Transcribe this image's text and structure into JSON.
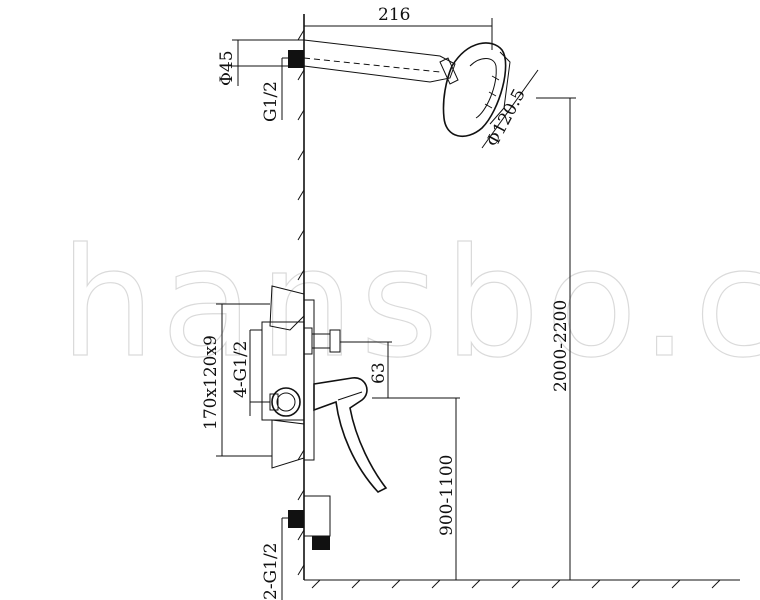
{
  "watermark": "hansbo.cn",
  "dimensions": {
    "arm_length": "216",
    "arm_diameter": "Φ45",
    "inlet_thread": "G1/2",
    "head_diameter": "Φ120.5",
    "shower_height": "2000-2200",
    "box_size": "170x120x9",
    "box_threads": "4-G1/2",
    "spout_offset": "63",
    "valve_height": "900-1100",
    "bottom_outlet": "2-G1/2"
  }
}
